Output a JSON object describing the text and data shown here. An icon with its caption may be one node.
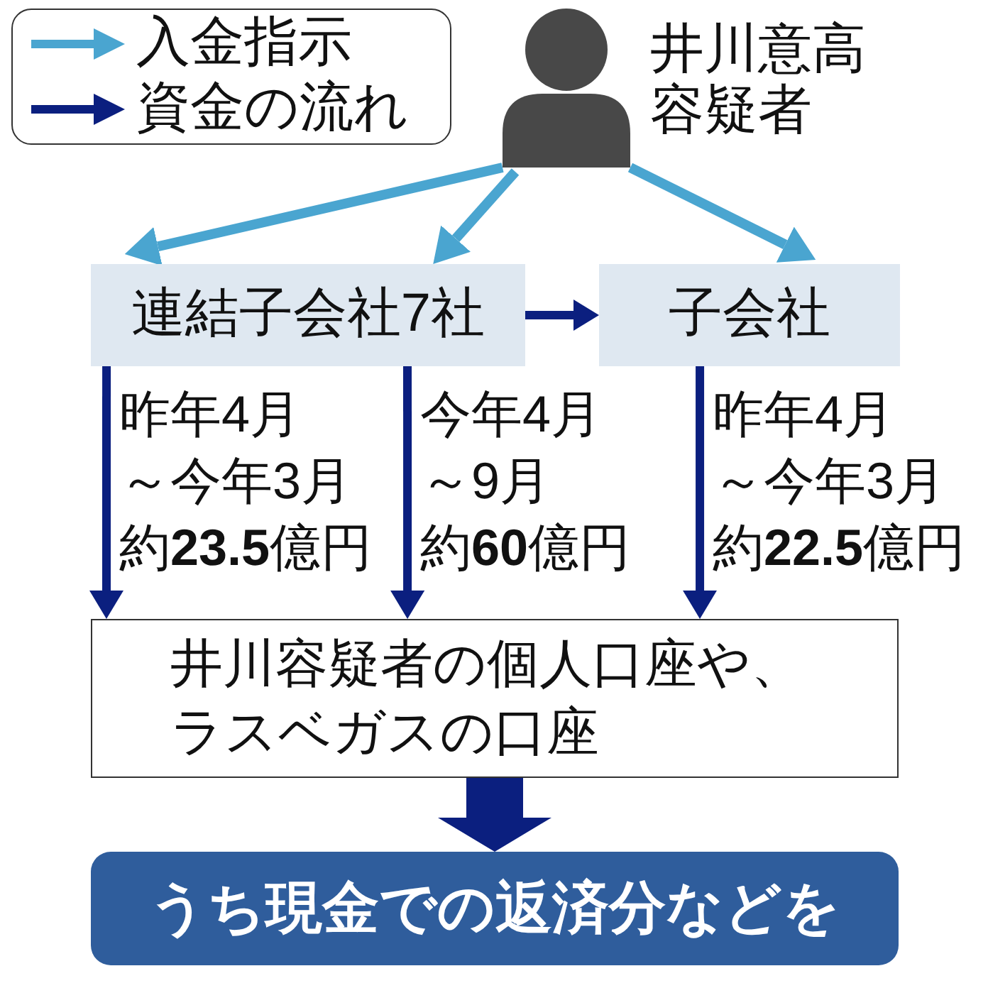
{
  "diagram": {
    "nodes": [
      {
        "text": [],
        "shape": "person",
        "beside": [
          "井川意高容疑者"
        ]
      },
      {
        "text": [
          "連結子会社7社"
        ]
      },
      {
        "text": [
          "子会社"
        ]
      },
      {
        "text": [
          "井川容疑者の個人口座や、ラスベガスの口座"
        ]
      },
      {
        "text": [
          "うち現金での返済分などを"
        ]
      }
    ],
    "edges": [
      {
        "from": 0,
        "to": 1,
        "arrow": "to",
        "color": "#4aa5d0"
      },
      {
        "from": 0,
        "to": 1,
        "arrow": "to",
        "color": "#4aa5d0"
      },
      {
        "from": 0,
        "to": 2,
        "arrow": "to",
        "color": "#4aa5d0"
      },
      {
        "from": 1,
        "to": 2,
        "arrow": "to"
      },
      {
        "from": 1,
        "to": 3,
        "arrow": "to",
        "label": "昨年4月～今年3月約**23.5**億円"
      },
      {
        "from": 1,
        "to": 3,
        "arrow": "to",
        "label": "今年4月～9月約**60**億円"
      },
      {
        "from": 2,
        "to": 3,
        "arrow": "to",
        "label": "昨年4月～今年3月約**22.5**億円"
      },
      {
        "from": 3,
        "to": 4,
        "arrow": "to",
        "style": "thick"
      }
    ],
    "legend": [
      {
        "text": "入金指示"
      },
      {
        "text": "資金の流れ"
      }
    ]
  }
}
